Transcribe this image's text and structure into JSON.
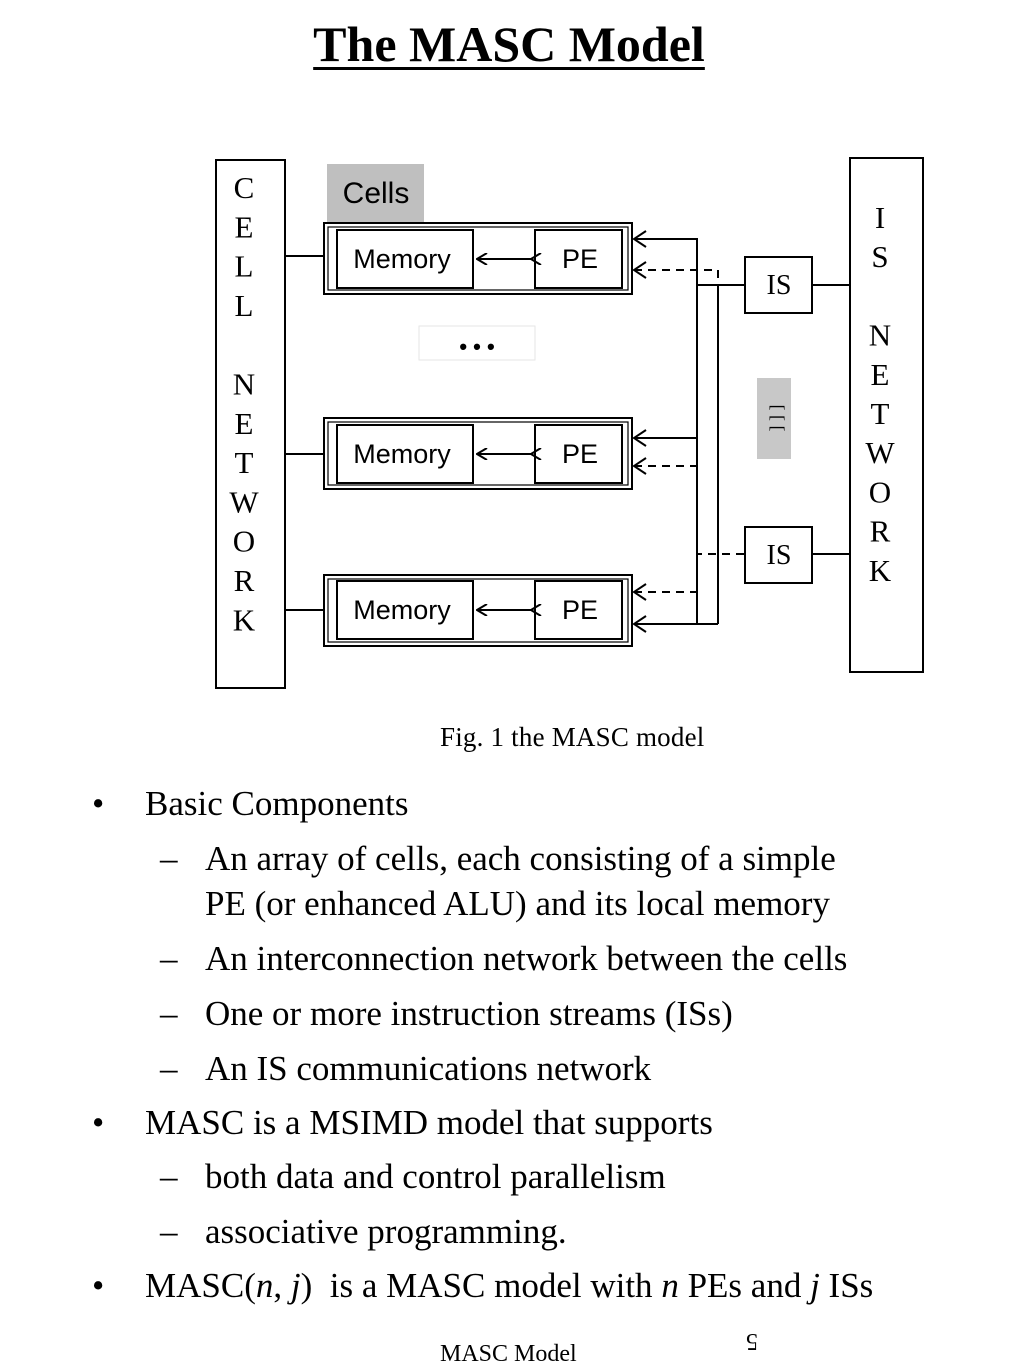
{
  "slide": {
    "title": "The MASC Model",
    "footer": "MASC Model",
    "page_number": "5"
  },
  "figure": {
    "cell_network_letters": [
      "C",
      "E",
      "L",
      "L",
      "",
      "N",
      "E",
      "T",
      "W",
      "O",
      "R",
      "K"
    ],
    "is_network_letters": [
      "I",
      "S",
      "",
      "N",
      "E",
      "T",
      "W",
      "O",
      "R",
      "K"
    ],
    "cells_label": "Cells",
    "memory_label": "Memory",
    "pe_label": "PE",
    "is_label": "IS",
    "ellipsis": "• • •",
    "is_ellipsis": "[ [ [",
    "caption": "Fig. 1 the MASC model"
  },
  "bullets": {
    "b1": "Basic Components",
    "b1_s1_line1": "An array of cells, each consisting of a simple",
    "b1_s1_line2": "PE (or enhanced ALU) and its local memory",
    "b1_s2": "An interconnection network between the cells",
    "b1_s3": "One or more instruction streams (ISs)",
    "b1_s4": "An IS communications network",
    "b2": "MASC is a MSIMD model that supports",
    "b2_s1": "both data and control parallelism",
    "b2_s2": "associative programming.",
    "b3_pre": "MASC(",
    "b3_n": "n",
    "b3_comma": ", ",
    "b3_j": "j",
    "b3_mid": ")  is a MASC model with ",
    "b3_n2": "n",
    "b3_mid2": " PEs and ",
    "b3_j2": "j",
    "b3_post": " ISs",
    "bullet_symbol": "•",
    "dash_symbol": "–"
  }
}
